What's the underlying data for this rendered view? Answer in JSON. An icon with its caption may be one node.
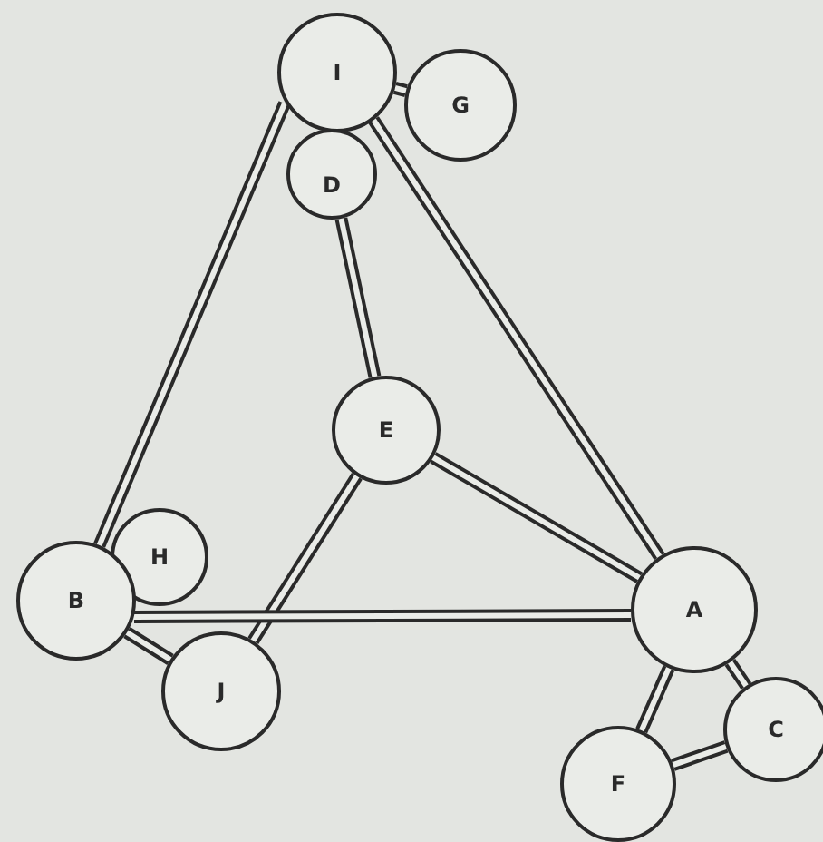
{
  "diagram": {
    "nodes": [
      {
        "text": [
          "I"
        ]
      },
      {
        "text": [
          "G"
        ]
      },
      {
        "text": [
          "D"
        ]
      },
      {
        "text": [
          "E"
        ]
      },
      {
        "text": [
          "H"
        ]
      },
      {
        "text": [
          "B"
        ]
      },
      {
        "text": [
          "J"
        ]
      },
      {
        "text": [
          "A"
        ]
      },
      {
        "text": [
          "F"
        ]
      },
      {
        "text": [
          "C"
        ]
      }
    ],
    "edges": [
      {
        "from": 0,
        "to": 1,
        "arrow": "none"
      },
      {
        "from": 0,
        "to": 5,
        "arrow": "none"
      },
      {
        "from": 2,
        "to": 3,
        "arrow": "none"
      },
      {
        "from": 0,
        "to": 7,
        "arrow": "none"
      },
      {
        "from": 3,
        "to": 7,
        "arrow": "none"
      },
      {
        "from": 3,
        "to": 6,
        "arrow": "none"
      },
      {
        "from": 5,
        "to": 7,
        "arrow": "none"
      },
      {
        "from": 5,
        "to": 6,
        "arrow": "none"
      },
      {
        "from": 7,
        "to": 8,
        "arrow": "none"
      },
      {
        "from": 7,
        "to": 9,
        "arrow": "none"
      },
      {
        "from": 8,
        "to": 9,
        "arrow": "none"
      }
    ]
  }
}
